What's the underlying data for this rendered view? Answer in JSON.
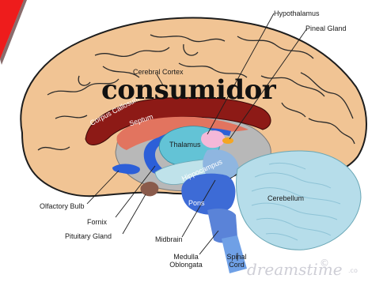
{
  "overlay": {
    "word": "consumidor"
  },
  "labels": {
    "hypothalamus": "Hypothalamus",
    "pineal_gland": "Pineal Gland",
    "cerebral_cortex": "Cerebral Cortex",
    "corpus_callosum": "Corpus Callosum",
    "septum": "Septum",
    "thalamus": "Thalamus",
    "hippocampus": "Hippocampus",
    "cerebellum": "Cerebellum",
    "pons": "Pons",
    "olfactory_bulb": "Olfactory Bulb",
    "fornix": "Fornix",
    "pituitary_gland": "Pituitary Gland",
    "midbrain": "Midbrain",
    "medulla_line1": "Medulla",
    "medulla_line2": "Oblongata",
    "spinal_line1": "Spinal",
    "spinal_line2": "Cord"
  },
  "watermark": {
    "text": "dreamstime",
    "symbol": "©",
    "tld": ".co"
  },
  "colors": {
    "cortex": "#f1c494",
    "cortex_outline": "#1d1d1d",
    "corpus_callosum": "#8d1a16",
    "septum": "#e2745f",
    "thalamus": "#63c3d6",
    "hippocampus": "#bfe2ea",
    "fornix": "#2c5fd8",
    "pons": "#3d6bd6",
    "midbrain": "#8fb6e0",
    "medulla": "#5a83d8",
    "spinal_cord": "#6fa0e6",
    "cerebellum": "#b6ddea",
    "pituitary": "#8a5b4b",
    "pineal": "#f5a623",
    "hypothalamus": "#f4b8d8",
    "inner_gray": "#b8b8b8",
    "corner_accent": "#ee1c1c"
  }
}
